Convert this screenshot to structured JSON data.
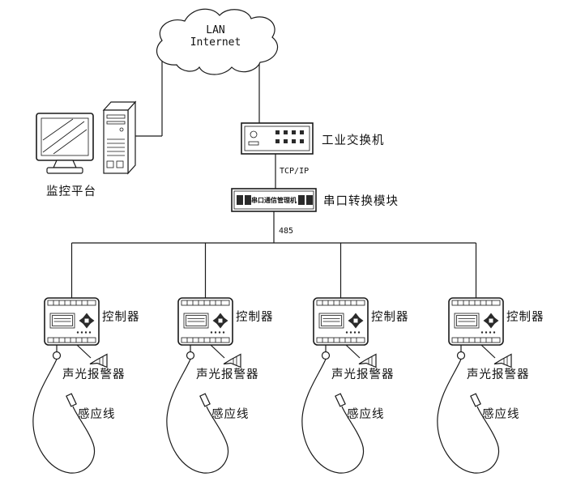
{
  "cloud": {
    "line1": "LAN",
    "line2": "Internet"
  },
  "monitor": {
    "label": "监控平台"
  },
  "switch": {
    "label": "工业交换机"
  },
  "serial_module": {
    "device_text": "串口通信管理机",
    "label": "串口转换模块"
  },
  "links": {
    "tcpip": "TCP/IP",
    "bus": "485"
  },
  "controllers": [
    {
      "label": "控制器",
      "alarm": "声光报警器",
      "sensor": "感应线"
    },
    {
      "label": "控制器",
      "alarm": "声光报警器",
      "sensor": "感应线"
    },
    {
      "label": "控制器",
      "alarm": "声光报警器",
      "sensor": "感应线"
    },
    {
      "label": "控制器",
      "alarm": "声光报警器",
      "sensor": "感应线"
    }
  ],
  "colors": {
    "line": "#1a1a1a",
    "background": "#ffffff"
  }
}
